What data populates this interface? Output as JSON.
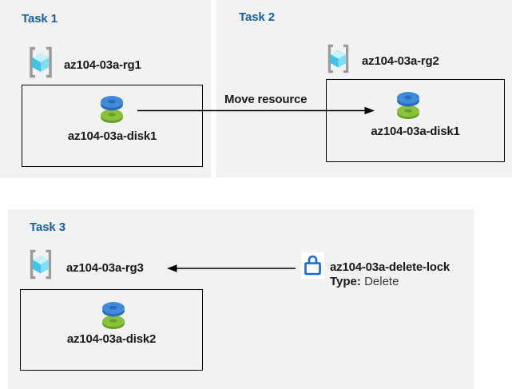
{
  "tasks": [
    {
      "title": "Task 1",
      "resource_group": "az104-03a-rg1",
      "resource": "az104-03a-disk1"
    },
    {
      "title": "Task 2",
      "resource_group": "az104-03a-rg2",
      "resource": "az104-03a-disk1"
    },
    {
      "title": "Task 3",
      "resource_group": "az104-03a-rg3",
      "resource": "az104-03a-disk2"
    }
  ],
  "annotations": {
    "move_label": "Move resource",
    "lock_name": "az104-03a-delete-lock",
    "lock_type_label": "Type:",
    "lock_type_value": "Delete"
  },
  "icons": {
    "resource_group": "azure-resource-group-icon",
    "disk": "azure-managed-disk-icon",
    "lock": "delete-lock-icon"
  },
  "colors": {
    "panel_bg": "#f2f2f2",
    "heading": "#1460a0",
    "text": "#1a1a1a",
    "secondary_text": "#3a3a3a",
    "arrow": "#000000",
    "lock_blue": "#2066c9",
    "disk_blue": "#4289d8",
    "disk_blue_dark": "#2b6cc3",
    "disk_green": "#8ac23a",
    "disk_green_dark": "#67a32b",
    "cube_top": "#c6f1fa",
    "cube_left": "#3ec5e8",
    "cube_right": "#83def3",
    "bracket_gray": "#9a9a9a"
  }
}
